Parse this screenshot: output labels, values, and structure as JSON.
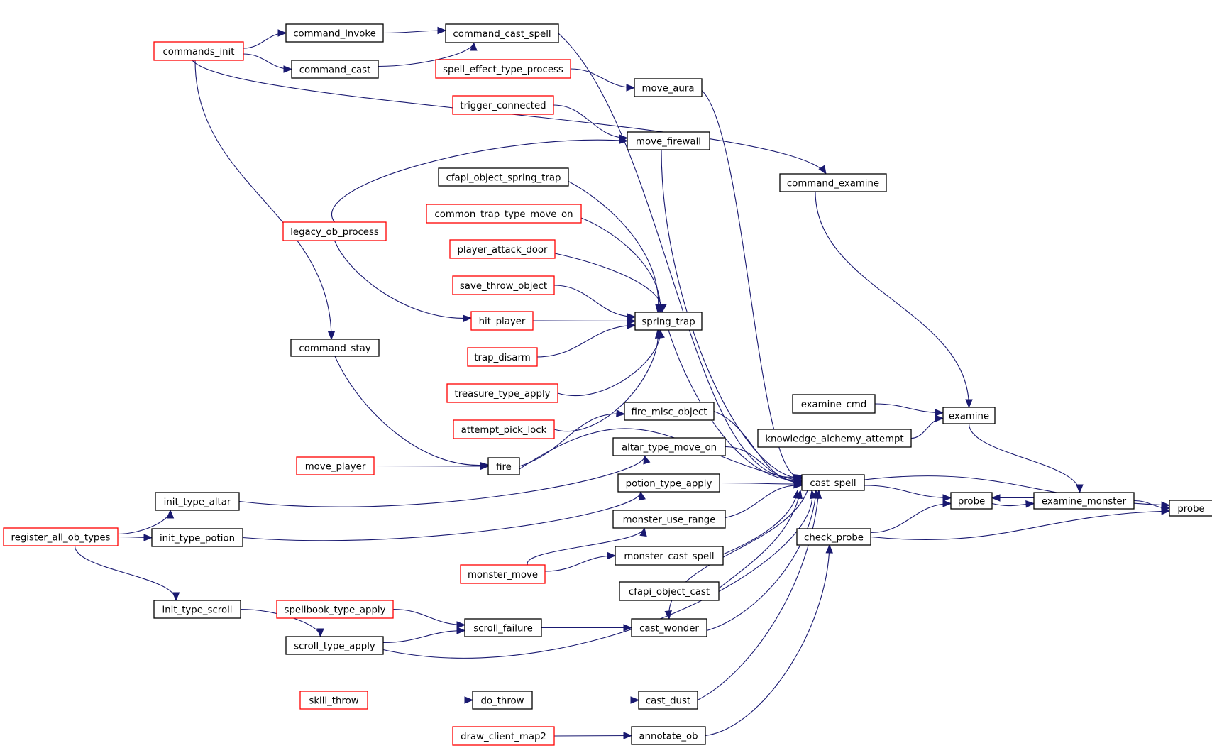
{
  "diagram": {
    "colors": {
      "edge": "#191970",
      "box_border_default": "#000000",
      "box_border_truncated": "#ff0000",
      "box_fill": "#ffffff",
      "box_fill_focus": "#bfbfbf"
    },
    "nodes": {
      "probe_root": {
        "label": "probe",
        "border": "black",
        "focus": true
      },
      "cast_spell": {
        "label": "cast_spell",
        "border": "black"
      },
      "examine_monster": {
        "label": "examine_monster",
        "border": "black"
      },
      "check_probe": {
        "label": "check_probe",
        "border": "black"
      },
      "probe": {
        "label": "probe",
        "border": "black"
      },
      "examine": {
        "label": "examine",
        "border": "black"
      },
      "examine_cmd": {
        "label": "examine_cmd",
        "border": "black"
      },
      "knowledge_alchemy_attempt": {
        "label": "knowledge_alchemy_attempt",
        "border": "black"
      },
      "command_examine": {
        "label": "command_examine",
        "border": "black"
      },
      "commands_init": {
        "label": "commands_init",
        "border": "red"
      },
      "command_invoke": {
        "label": "command_invoke",
        "border": "black"
      },
      "command_cast_spell": {
        "label": "command_cast_spell",
        "border": "black"
      },
      "command_cast": {
        "label": "command_cast",
        "border": "black"
      },
      "spell_effect_type_process": {
        "label": "spell_effect_type_process",
        "border": "red"
      },
      "move_aura": {
        "label": "move_aura",
        "border": "black"
      },
      "trigger_connected": {
        "label": "trigger_connected",
        "border": "red"
      },
      "move_firewall": {
        "label": "move_firewall",
        "border": "black"
      },
      "cfapi_object_spring_trap": {
        "label": "cfapi_object_spring_trap",
        "border": "black"
      },
      "common_trap_type_move_on": {
        "label": "common_trap_type_move_on",
        "border": "red"
      },
      "legacy_ob_process": {
        "label": "legacy_ob_process",
        "border": "red"
      },
      "player_attack_door": {
        "label": "player_attack_door",
        "border": "red"
      },
      "save_throw_object": {
        "label": "save_throw_object",
        "border": "red"
      },
      "hit_player": {
        "label": "hit_player",
        "border": "red"
      },
      "spring_trap": {
        "label": "spring_trap",
        "border": "black"
      },
      "command_stay": {
        "label": "command_stay",
        "border": "black"
      },
      "trap_disarm": {
        "label": "trap_disarm",
        "border": "red"
      },
      "treasure_type_apply": {
        "label": "treasure_type_apply",
        "border": "red"
      },
      "attempt_pick_lock": {
        "label": "attempt_pick_lock",
        "border": "red"
      },
      "fire_misc_object": {
        "label": "fire_misc_object",
        "border": "black"
      },
      "altar_type_move_on": {
        "label": "altar_type_move_on",
        "border": "black"
      },
      "move_player": {
        "label": "move_player",
        "border": "red"
      },
      "fire": {
        "label": "fire",
        "border": "black"
      },
      "potion_type_apply": {
        "label": "potion_type_apply",
        "border": "black"
      },
      "init_type_altar": {
        "label": "init_type_altar",
        "border": "black"
      },
      "register_all_ob_types": {
        "label": "register_all_ob_types",
        "border": "red"
      },
      "init_type_potion": {
        "label": "init_type_potion",
        "border": "black"
      },
      "monster_use_range": {
        "label": "monster_use_range",
        "border": "black"
      },
      "monster_cast_spell": {
        "label": "monster_cast_spell",
        "border": "black"
      },
      "monster_move": {
        "label": "monster_move",
        "border": "red"
      },
      "cfapi_object_cast": {
        "label": "cfapi_object_cast",
        "border": "black"
      },
      "init_type_scroll": {
        "label": "init_type_scroll",
        "border": "black"
      },
      "spellbook_type_apply": {
        "label": "spellbook_type_apply",
        "border": "red"
      },
      "scroll_failure": {
        "label": "scroll_failure",
        "border": "black"
      },
      "cast_wonder": {
        "label": "cast_wonder",
        "border": "black"
      },
      "scroll_type_apply": {
        "label": "scroll_type_apply",
        "border": "black"
      },
      "skill_throw": {
        "label": "skill_throw",
        "border": "red"
      },
      "do_throw": {
        "label": "do_throw",
        "border": "black"
      },
      "cast_dust": {
        "label": "cast_dust",
        "border": "black"
      },
      "draw_client_map2": {
        "label": "draw_client_map2",
        "border": "red"
      },
      "annotate_ob": {
        "label": "annotate_ob",
        "border": "black"
      }
    },
    "edges": [
      [
        "cast_spell",
        "probe_root"
      ],
      [
        "examine_monster",
        "probe_root"
      ],
      [
        "check_probe",
        "probe_root"
      ],
      [
        "probe",
        "examine_monster"
      ],
      [
        "examine_monster",
        "probe"
      ],
      [
        "cast_spell",
        "probe"
      ],
      [
        "check_probe",
        "probe"
      ],
      [
        "examine",
        "examine_monster"
      ],
      [
        "examine_cmd",
        "examine"
      ],
      [
        "knowledge_alchemy_attempt",
        "examine"
      ],
      [
        "command_examine",
        "examine"
      ],
      [
        "commands_init",
        "command_examine"
      ],
      [
        "commands_init",
        "command_invoke"
      ],
      [
        "commands_init",
        "command_cast"
      ],
      [
        "commands_init",
        "command_stay"
      ],
      [
        "command_invoke",
        "command_cast_spell"
      ],
      [
        "command_cast",
        "command_cast_spell"
      ],
      [
        "command_cast_spell",
        "cast_spell"
      ],
      [
        "spell_effect_type_process",
        "move_aura"
      ],
      [
        "move_aura",
        "cast_spell"
      ],
      [
        "trigger_connected",
        "move_firewall"
      ],
      [
        "legacy_ob_process",
        "move_firewall"
      ],
      [
        "move_firewall",
        "cast_spell"
      ],
      [
        "legacy_ob_process",
        "hit_player"
      ],
      [
        "cfapi_object_spring_trap",
        "spring_trap"
      ],
      [
        "common_trap_type_move_on",
        "spring_trap"
      ],
      [
        "player_attack_door",
        "spring_trap"
      ],
      [
        "save_throw_object",
        "spring_trap"
      ],
      [
        "hit_player",
        "spring_trap"
      ],
      [
        "trap_disarm",
        "spring_trap"
      ],
      [
        "treasure_type_apply",
        "spring_trap"
      ],
      [
        "attempt_pick_lock",
        "spring_trap"
      ],
      [
        "spring_trap",
        "cast_spell"
      ],
      [
        "command_stay",
        "fire"
      ],
      [
        "move_player",
        "fire"
      ],
      [
        "fire",
        "fire_misc_object"
      ],
      [
        "fire",
        "cast_spell"
      ],
      [
        "fire_misc_object",
        "cast_spell"
      ],
      [
        "init_type_altar",
        "altar_type_move_on"
      ],
      [
        "altar_type_move_on",
        "cast_spell"
      ],
      [
        "register_all_ob_types",
        "init_type_altar"
      ],
      [
        "register_all_ob_types",
        "init_type_potion"
      ],
      [
        "register_all_ob_types",
        "init_type_scroll"
      ],
      [
        "init_type_potion",
        "potion_type_apply"
      ],
      [
        "potion_type_apply",
        "cast_spell"
      ],
      [
        "monster_move",
        "monster_use_range"
      ],
      [
        "monster_move",
        "monster_cast_spell"
      ],
      [
        "monster_use_range",
        "cast_spell"
      ],
      [
        "monster_cast_spell",
        "cast_spell"
      ],
      [
        "cfapi_object_cast",
        "cast_spell"
      ],
      [
        "init_type_scroll",
        "scroll_type_apply"
      ],
      [
        "spellbook_type_apply",
        "scroll_failure"
      ],
      [
        "scroll_type_apply",
        "scroll_failure"
      ],
      [
        "scroll_type_apply",
        "cast_spell"
      ],
      [
        "scroll_failure",
        "cast_wonder"
      ],
      [
        "cast_wonder",
        "cast_spell"
      ],
      [
        "cast_spell",
        "cast_wonder"
      ],
      [
        "skill_throw",
        "do_throw"
      ],
      [
        "do_throw",
        "cast_dust"
      ],
      [
        "cast_dust",
        "cast_spell"
      ],
      [
        "draw_client_map2",
        "annotate_ob"
      ],
      [
        "annotate_ob",
        "check_probe"
      ]
    ]
  }
}
